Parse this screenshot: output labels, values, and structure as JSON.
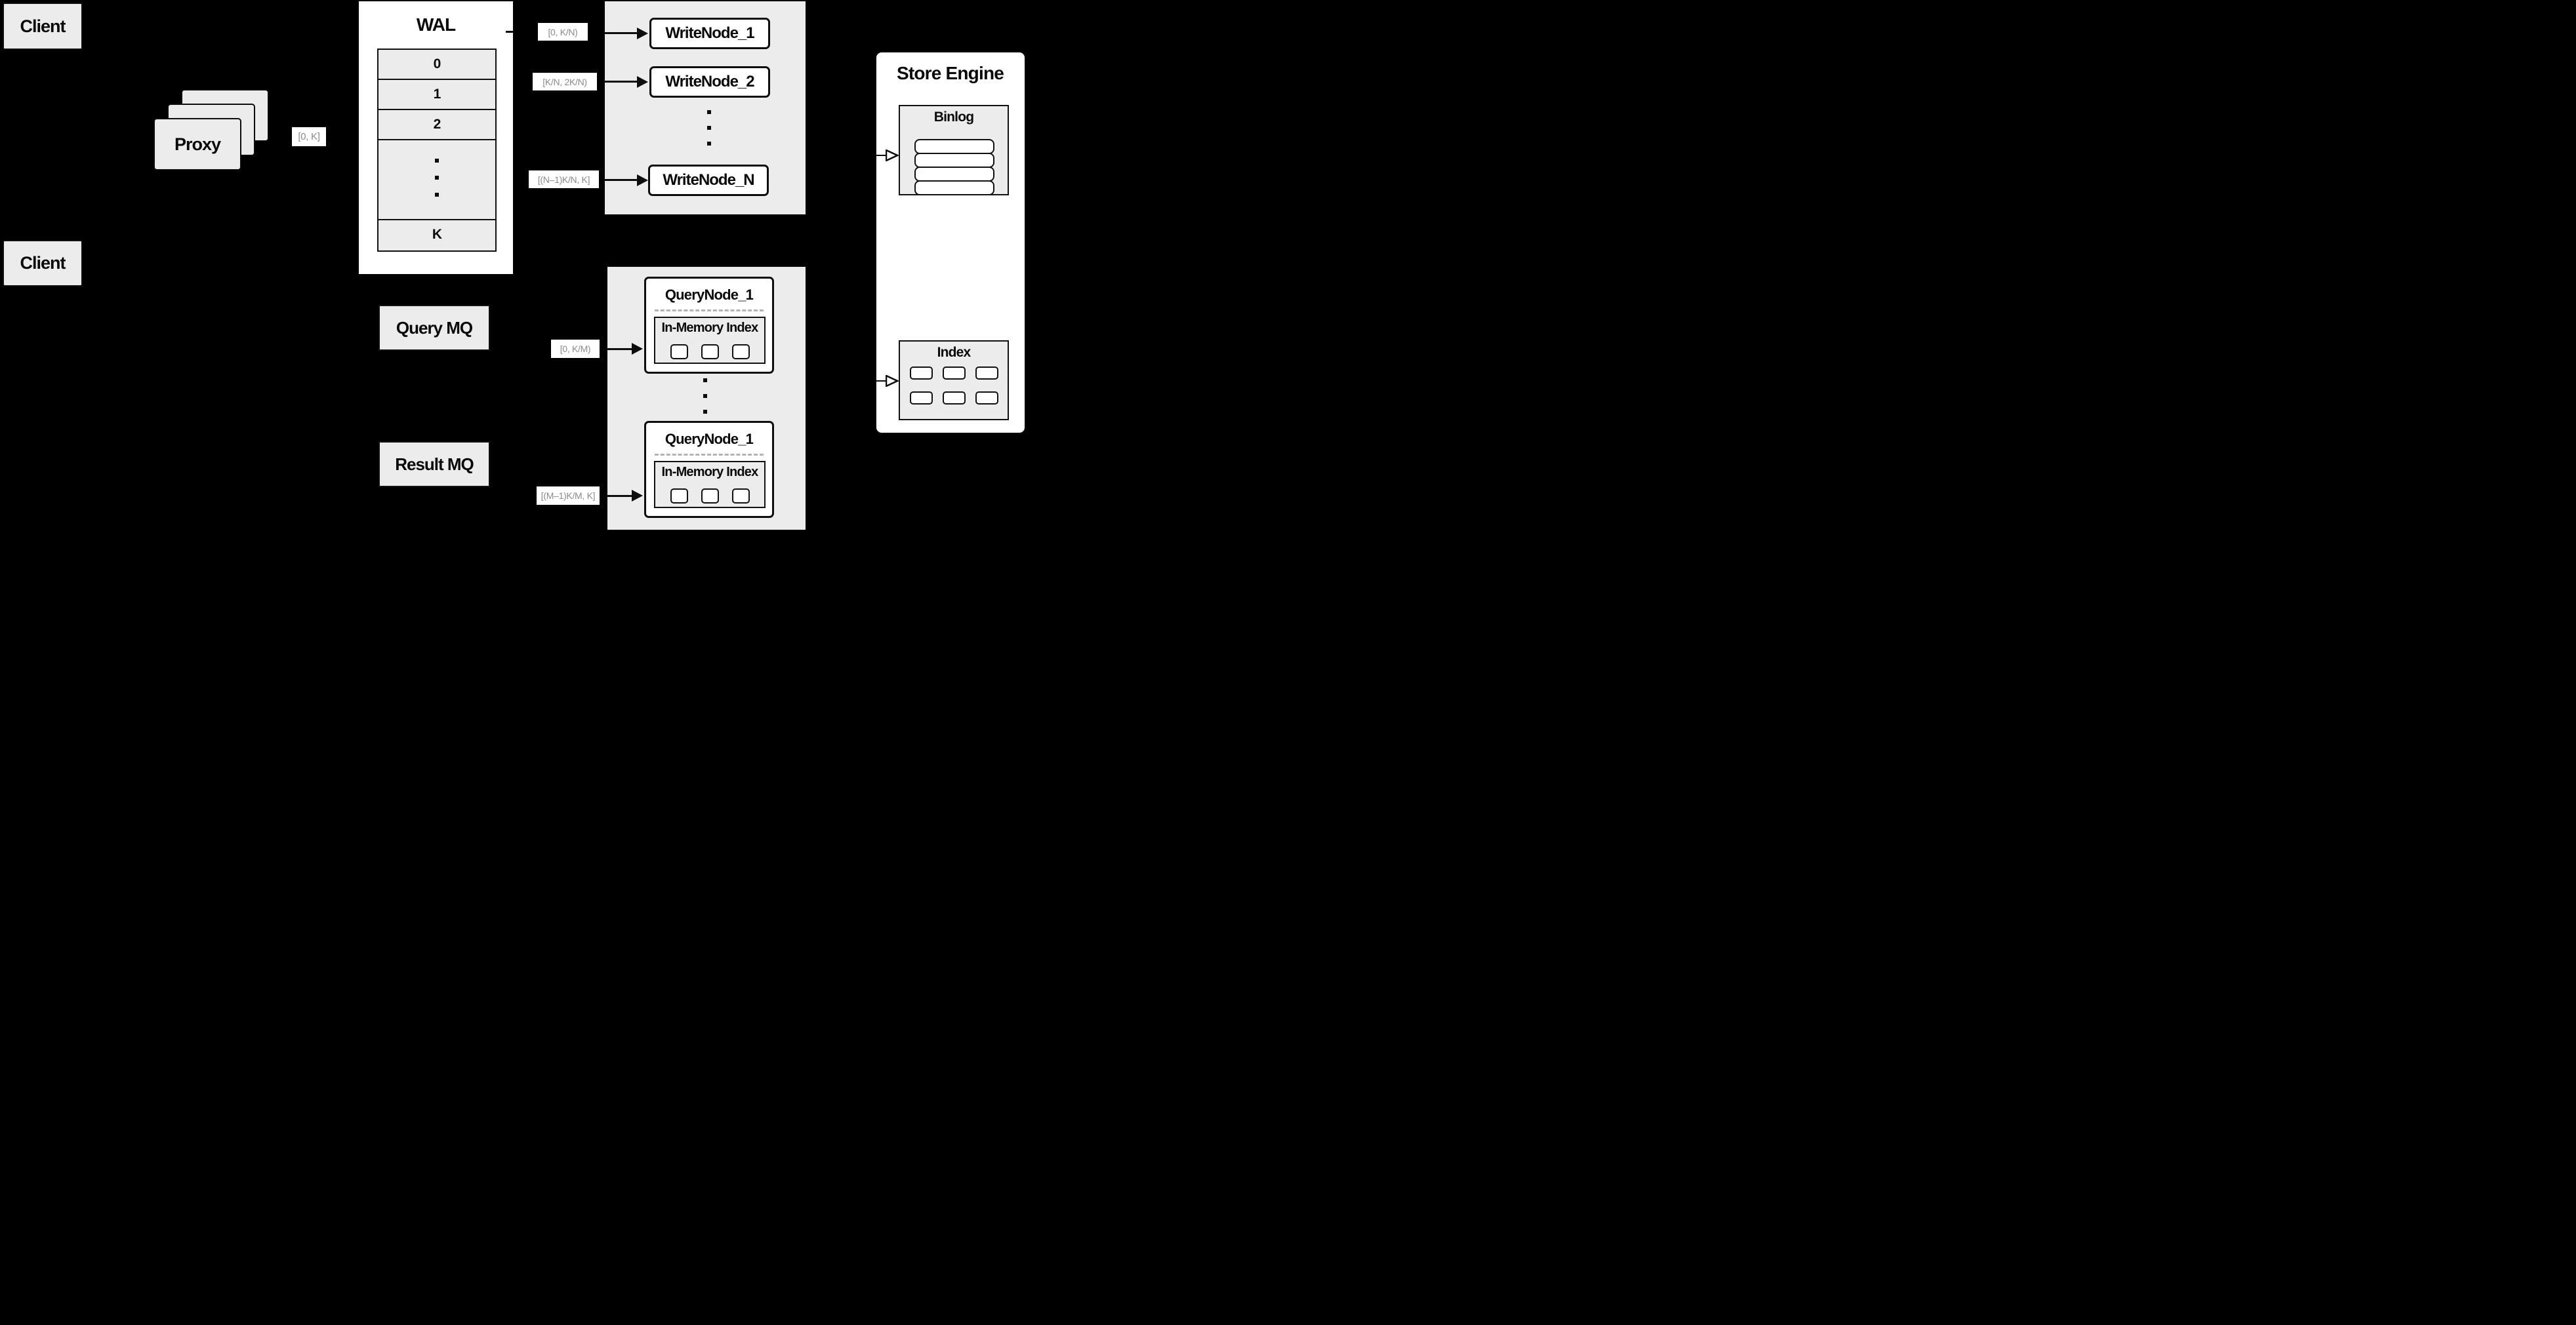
{
  "colors": {
    "background": "#000000",
    "panel_gray": "#ececec",
    "panel_white": "#ffffff",
    "line_black": "#0d0d0d",
    "chip_text_gray": "#8a8a8a"
  },
  "clients": {
    "top_label": "Client",
    "bottom_label": "Client"
  },
  "proxy": {
    "label": "Proxy"
  },
  "wal": {
    "title": "WAL",
    "segments": [
      "0",
      "1",
      "2"
    ],
    "last_segment": "K"
  },
  "range_labels": {
    "proxy_to_wal": "[0, K]",
    "to_writenode_1": "[0,  K/N)",
    "to_writenode_2": "[K/N, 2K/N)",
    "to_writenode_n": "[(N–1)K/N,  K]",
    "to_querynode_1": "[0, K/M)",
    "to_querynode_m": "[(M–1)K/M, K]"
  },
  "write_nodes": {
    "node1_label": "WriteNode_1",
    "node2_label": "WriteNode_2",
    "nodeN_label": "WriteNode_N"
  },
  "store_engine": {
    "title": "Store Engine",
    "binlog_title": "Binlog",
    "index_title": "Index"
  },
  "mq": {
    "query_label": "Query MQ",
    "result_label": "Result MQ"
  },
  "query_nodes": {
    "top_title": "QueryNode_1",
    "bottom_title": "QueryNode_1",
    "inmemory_label": "In-Memory Index"
  }
}
